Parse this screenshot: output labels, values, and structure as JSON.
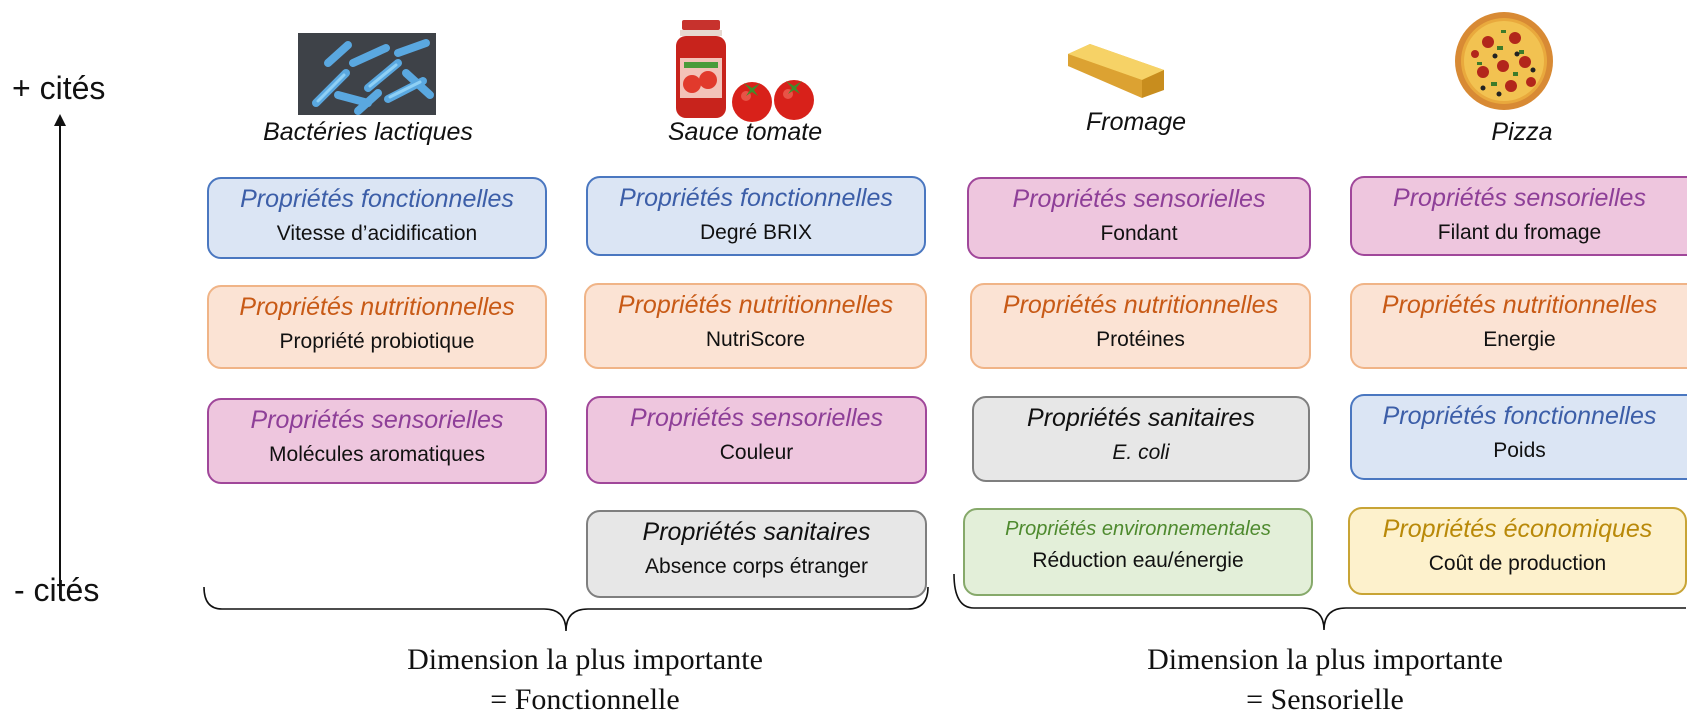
{
  "axis": {
    "top_label": "+ cités",
    "bottom_label": "- cités"
  },
  "products": [
    {
      "name": "Bactéries lactiques",
      "image": "bacteria-image",
      "cards": [
        {
          "category": "Propriétés fonctionnelles",
          "item": "Vitesse d’acidification"
        },
        {
          "category": "Propriétés nutritionnelles",
          "item": "Propriété probiotique"
        },
        {
          "category": "Propriétés sensorielles",
          "item": "Molécules aromatiques"
        }
      ]
    },
    {
      "name": "Sauce tomate",
      "image": "tomato-sauce-image",
      "cards": [
        {
          "category": "Propriétés fonctionnelles",
          "item": "Degré BRIX"
        },
        {
          "category": "Propriétés nutritionnelles",
          "item": "NutriScore"
        },
        {
          "category": "Propriétés sensorielles",
          "item": "Couleur"
        },
        {
          "category": "Propriétés sanitaires",
          "item": "Absence corps étranger"
        }
      ]
    },
    {
      "name": "Fromage",
      "image": "cheese-image",
      "cards": [
        {
          "category": "Propriétés sensorielles",
          "item": "Fondant"
        },
        {
          "category": "Propriétés nutritionnelles",
          "item": "Protéines"
        },
        {
          "category": "Propriétés sanitaires",
          "item": "E. coli"
        },
        {
          "category": "Propriétés environnementales",
          "item": "Réduction eau/énergie"
        }
      ]
    },
    {
      "name": "Pizza",
      "image": "pizza-image",
      "cards": [
        {
          "category": "Propriétés sensorielles",
          "item": "Filant du fromage"
        },
        {
          "category": "Propriétés nutritionnelles",
          "item": "Energie"
        },
        {
          "category": "Propriétés fonctionnelles",
          "item": "Poids"
        },
        {
          "category": "Propriétés économiques",
          "item": "Coût de production"
        }
      ]
    }
  ],
  "summaries": [
    {
      "line1": "Dimension la plus importante",
      "line2": "= Fonctionnelle"
    },
    {
      "line1": "Dimension la plus importante",
      "line2": "= Sensorielle"
    }
  ],
  "colors": {
    "fonctionnelles": "#3c5ea8",
    "nutritionnelles": "#c85a16",
    "sensorielles": "#8e3f98",
    "sanitaires": "#111111",
    "environnementales": "#4e8a2e",
    "economiques": "#b98909"
  }
}
